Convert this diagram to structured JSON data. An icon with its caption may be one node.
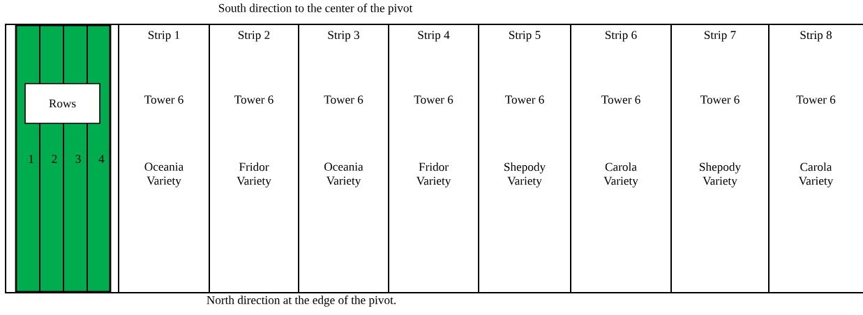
{
  "diagram": {
    "nodes": [
      {
        "text": [
          "Rows"
        ]
      },
      {
        "text": [
          "1"
        ]
      },
      {
        "text": [
          "2"
        ]
      },
      {
        "text": [
          "3"
        ]
      },
      {
        "text": [
          "4"
        ]
      },
      {
        "text": [
          "Strip 1",
          "Tower 6",
          "Oceania Variety"
        ]
      },
      {
        "text": [
          "Strip 2",
          "Tower 6",
          "Fridor Variety"
        ]
      },
      {
        "text": [
          "Strip 3",
          "Tower 6",
          "Oceania Variety"
        ]
      },
      {
        "text": [
          "Strip 4",
          "Tower 6",
          "Fridor Variety"
        ]
      },
      {
        "text": [
          "Strip 5",
          "Tower 6",
          "Shepody Variety"
        ]
      },
      {
        "text": [
          "Strip 6",
          "Tower 6",
          "Carola Variety"
        ]
      },
      {
        "text": [
          "Strip 7",
          "Tower 6",
          "Shepody Variety"
        ]
      },
      {
        "text": [
          "Strip 8",
          "Tower 6",
          "Carola Variety"
        ]
      }
    ],
    "labels": [
      "South direction to the center of the pivot",
      "North direction at the edge of the pivot."
    ]
  }
}
